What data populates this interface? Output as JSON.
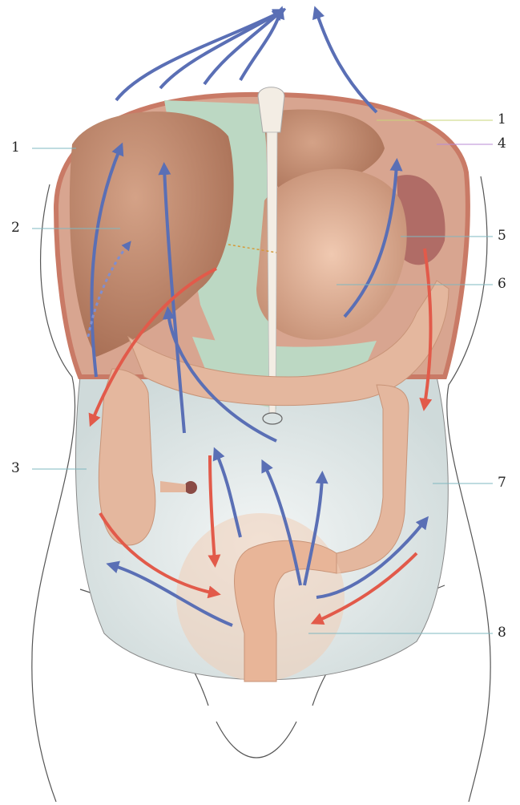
{
  "labels": {
    "left_1": "1",
    "left_2": "2",
    "left_3": "3",
    "right_1": "1",
    "right_4": "4",
    "right_5": "5",
    "right_6": "6",
    "right_7": "7",
    "right_8": "8"
  },
  "colors": {
    "flow_up": "#5a6fb5",
    "flow_down": "#e25a4a",
    "peritoneum": "#e8a48f",
    "liver": "#c48a6e",
    "stomach": "#d7a58a",
    "colon": "#e2b49a",
    "ligament": "#b9d6bf",
    "cavity": "#dfe6e6"
  },
  "icons": [
    "arrow-up-icon",
    "arrow-down-icon",
    "leader-line"
  ]
}
